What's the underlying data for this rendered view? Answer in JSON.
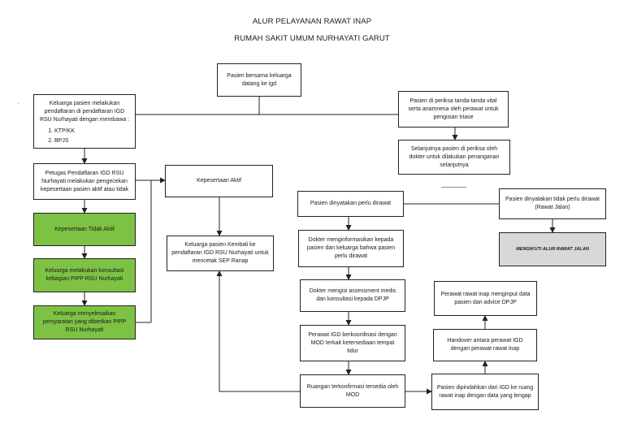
{
  "title_line1": "ALUR PELAYANAN RAWAT INAP",
  "title_line2": "RUMAH SAKIT UMUM NURHAYATI GARUT",
  "nodes": {
    "arrival": "Pasien bersama keluarga datang ke igd",
    "registration": "Keluarga pasien melakukan pendaftaran di pendaftaran IGD RSU Nurhayati dengan membawa :",
    "registration_items": [
      "KTP/KK",
      "BPJS"
    ],
    "triage": "Pasien di periksa tanda-tanda vital serta anamnesa oleh perawat untuk pengisian triase",
    "doctor_exam": "Selanjutnya pasien di periksa oleh dokter untuk dilakukan penanganan selanjutnya",
    "membership_check": "Petugas Pendaftaran IGD RSU Nurhayati melakukan pengecekan kepesertaan pasien aktif atau tidak",
    "inactive": "Kepesertaan Tidak Aktif",
    "consult_pipp": "Keluarga melakukan konsultasi kebagian PIPP RSU Nurhayati",
    "complete_reqs": "Keluarga menyelesaikan persyaratan  yang diberikan PIPP RSU Nurhayati",
    "active": "Kepesertaan Aktif",
    "print_sep": "Keluarga pasien Kembali ke pendaftaran IGD RSU Nurhayati untuk mencetak SEP Ranap",
    "needs_inpatient": "Pasien dinyatakan perlu dirawat",
    "no_inpatient": "Pasien dinyatakan tidak perlu dirawat (Rawat Jalan)",
    "outpatient_flow": "MENGIKUTI ALUR RAWAT JALAN",
    "inform_family": "Dokter menginformasikan kepada pasien dan keluarga bahwa pasien perlu dirawat",
    "assessment": "Dokter mengisi assessment medis dan konsultasi kepada DPJP",
    "coord_mod": "Perawat IGD berkoordinasi dengan MOD terkait ketersediaan tempat tidur",
    "room_confirmed": "Ruangan terkonfirmasi tersedia oleh MOD",
    "transfer": "Pasien dipindahkan dari IGD ke ruang rawat inap dengan data yang lengap",
    "handover": "Handover antara perawat IGD dengan perawat rawat inap",
    "input_data": "Perawat rawat inap menginput data pasien dan advice DPJP"
  },
  "colors": {
    "green_fill": "#7dc243",
    "gray_fill": "#d8d8d8",
    "line": "#222222"
  }
}
